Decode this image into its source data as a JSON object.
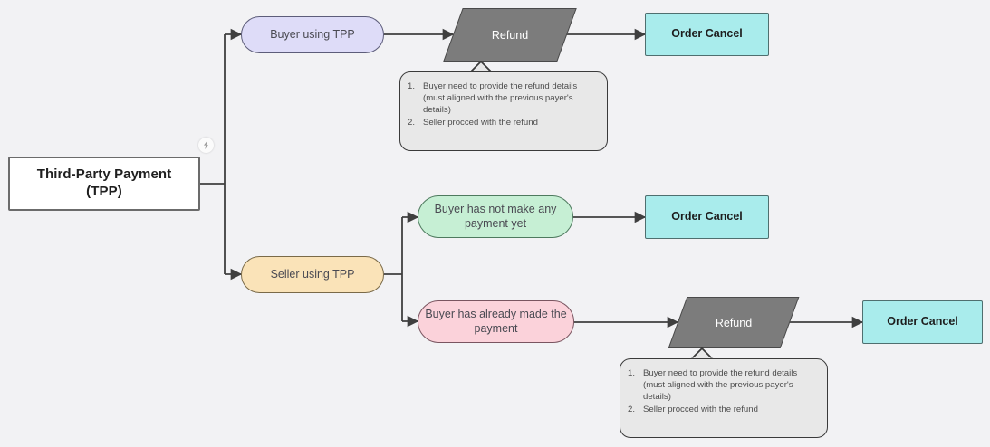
{
  "diagram": {
    "title_node": {
      "line1": "Third-Party Payment",
      "line2": "(TPP)"
    },
    "badge_icon": "flash-badge-icon",
    "background_color": "#f2f2f4",
    "nodes": {
      "buyer_using_tpp": "Buyer using TPP",
      "seller_using_tpp": "Seller using TPP",
      "buyer_no_payment": "Buyer has not make any payment yet",
      "buyer_already_paid": "Buyer has already made the payment",
      "refund_top": "Refund",
      "refund_bottom": "Refund",
      "order_cancel_1": "Order Cancel",
      "order_cancel_2": "Order Cancel",
      "order_cancel_3": "Order Cancel"
    },
    "note_top": {
      "items": [
        {
          "num": "1.",
          "text": "Buyer need to provide the refund details (must aligned with the previous payer's details)"
        },
        {
          "num": "2.",
          "text": "Seller procced with the refund"
        }
      ]
    },
    "note_bottom": {
      "items": [
        {
          "num": "1.",
          "text": "Buyer need to provide the refund details (must aligned with the previous payer's details)"
        },
        {
          "num": "2.",
          "text": "Seller procced with the refund"
        }
      ]
    },
    "colors": {
      "lavender": "#dedcf8",
      "orange": "#fae3b8",
      "green": "#c6efd4",
      "pink": "#fbd2da",
      "cyan": "#a9ecec",
      "grey_shape": "#7c7c7c",
      "note_fill": "#e8e8e8",
      "edge": "#3f3f3f"
    }
  }
}
